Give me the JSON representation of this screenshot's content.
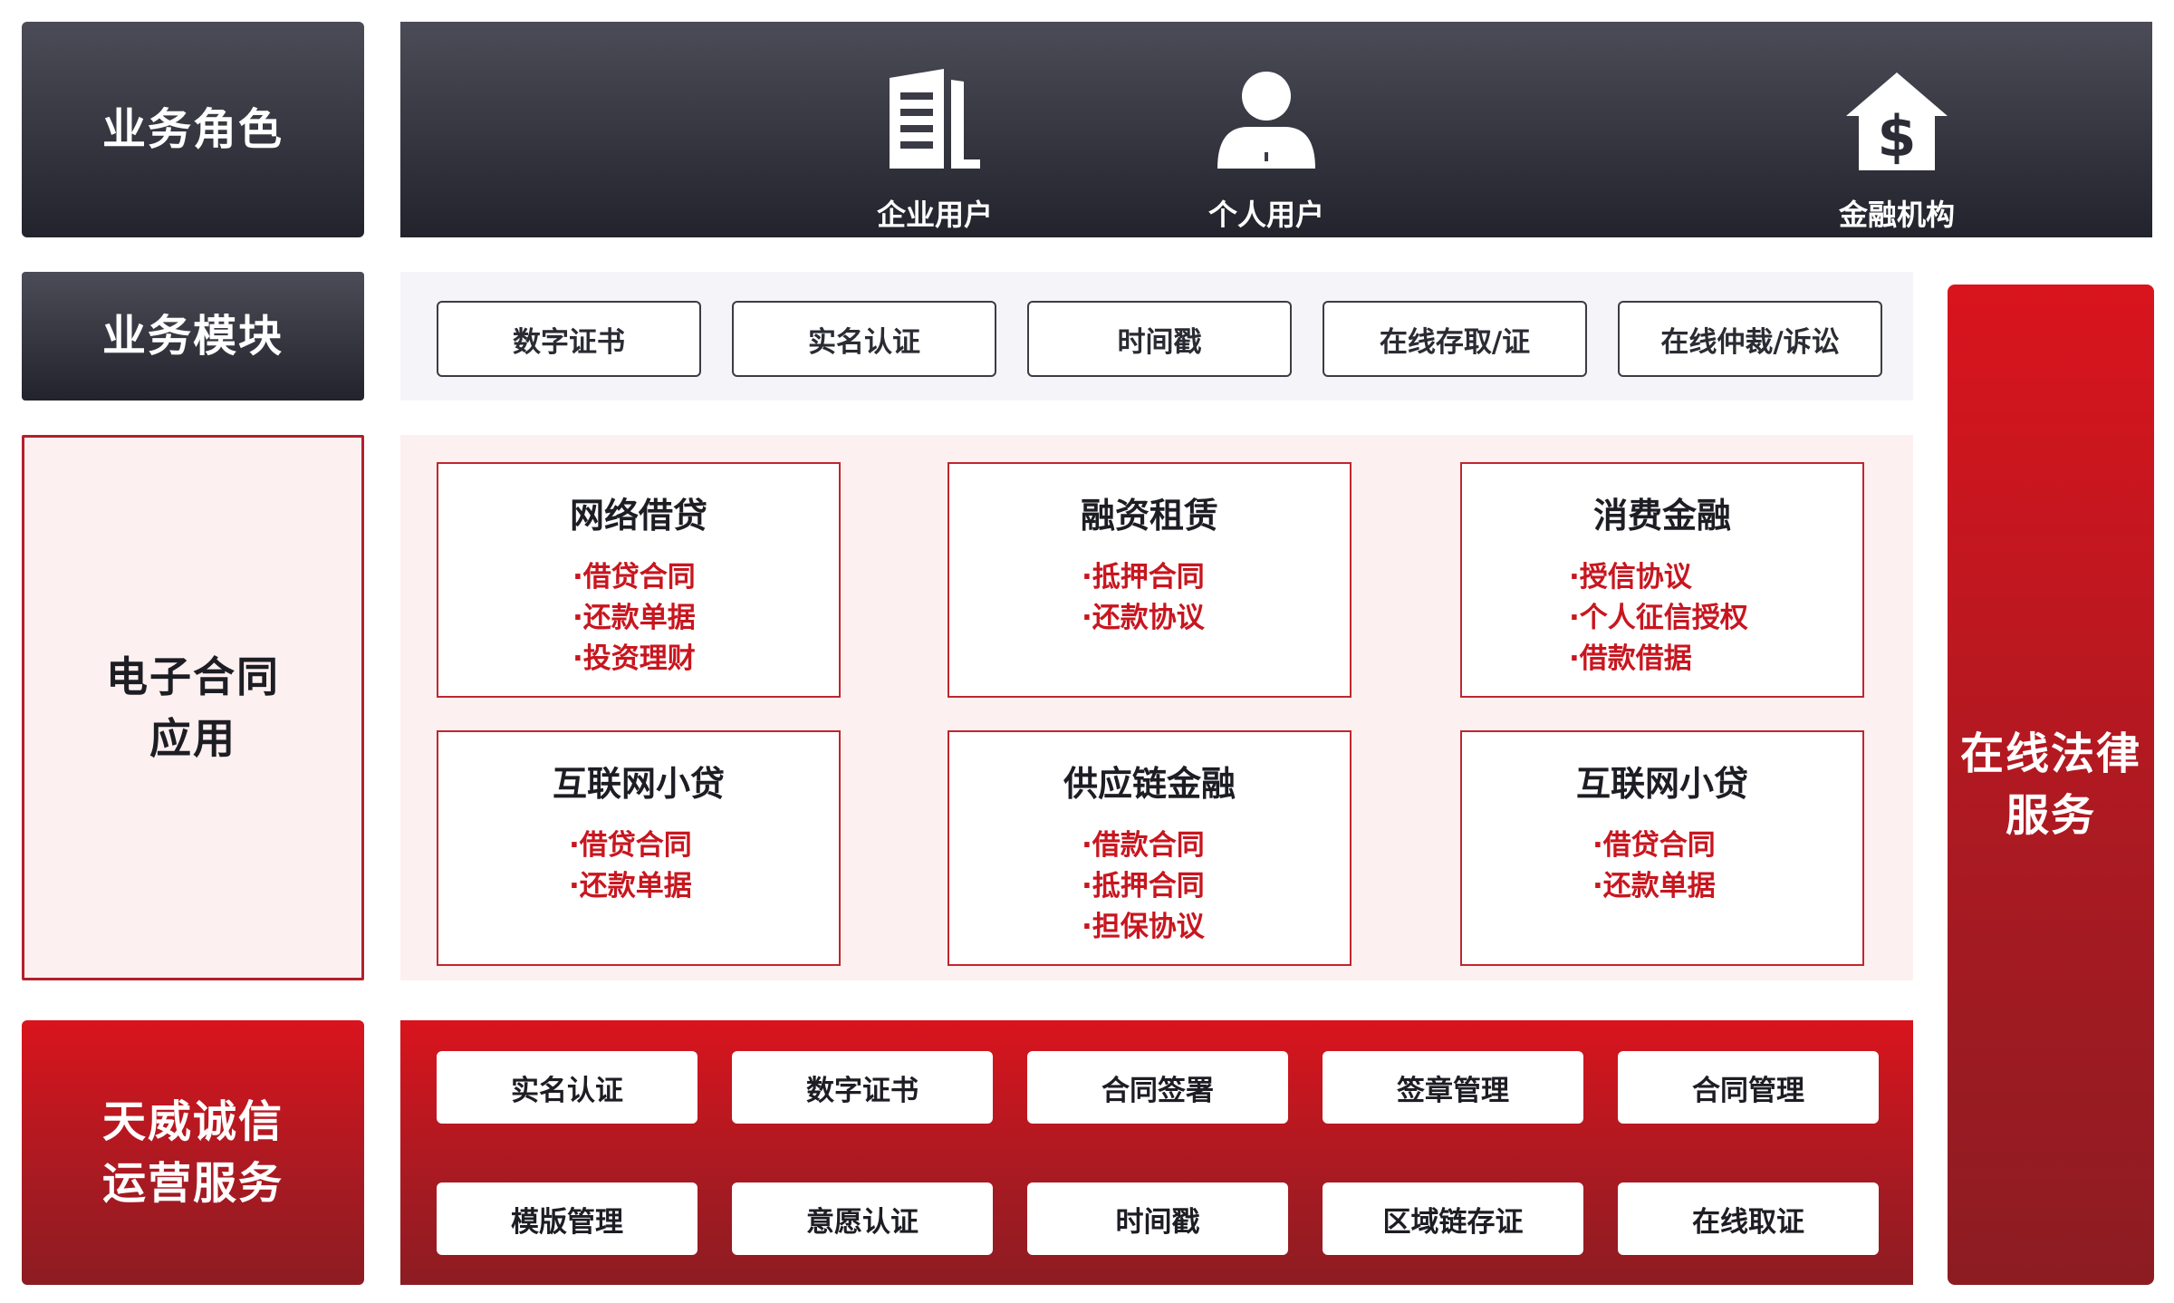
{
  "row_labels": {
    "business_roles": "业务角色",
    "business_modules": "业务模块",
    "econtract_app": "电子合同\n应用",
    "ops_service": "天威诚信\n运营服务",
    "legal_service": "在线法律\n服务"
  },
  "roles": [
    {
      "label": "企业用户",
      "icon": "building-icon"
    },
    {
      "label": "个人用户",
      "icon": "person-icon"
    },
    {
      "label": "金融机构",
      "icon": "dollar-house-icon"
    }
  ],
  "modules": [
    "数字证书",
    "实名认证",
    "时间戳",
    "在线存取/证",
    "在线仲裁/诉讼"
  ],
  "contracts": [
    {
      "title": "网络借贷",
      "items": [
        "·借贷合同",
        "·还款单据",
        "·投资理财"
      ]
    },
    {
      "title": "融资租赁",
      "items": [
        "·抵押合同",
        "·还款协议"
      ]
    },
    {
      "title": "消费金融",
      "items": [
        "·授信协议",
        "·个人征信授权",
        "·借款借据"
      ]
    },
    {
      "title": "互联网小贷",
      "items": [
        "·借贷合同",
        "·还款单据"
      ]
    },
    {
      "title": "供应链金融",
      "items": [
        "·借款合同",
        "·抵押合同",
        "·担保协议"
      ]
    },
    {
      "title": "互联网小贷",
      "items": [
        "·借贷合同",
        "·还款单据"
      ]
    }
  ],
  "services": {
    "row1": [
      "实名认证",
      "数字证书",
      "合同签署",
      "签章管理",
      "合同管理"
    ],
    "row2": [
      "模版管理",
      "意愿认证",
      "时间戳",
      "区域链存证",
      "在线取证"
    ]
  },
  "colors": {
    "dark": "#2b2c36",
    "red": "#d9141d",
    "pink_bg": "#fdf0f0",
    "light_bg": "#f5f5f9"
  }
}
